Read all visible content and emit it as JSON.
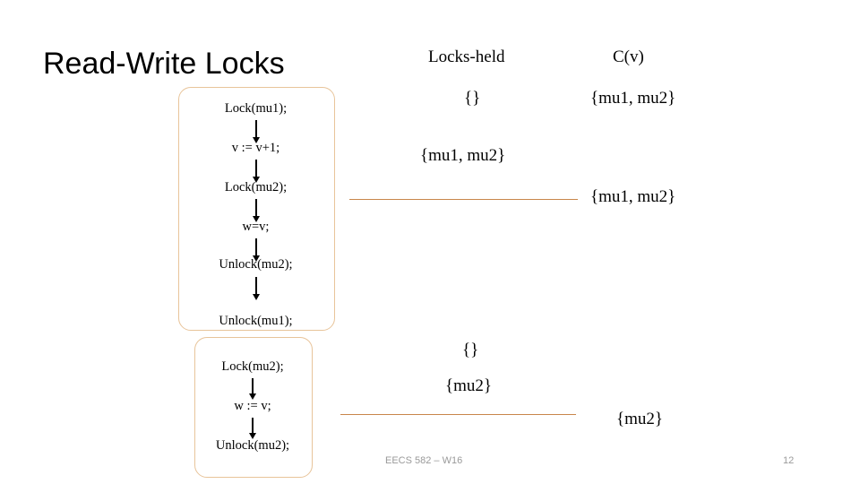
{
  "slide": {
    "title": "Read-Write Locks",
    "footer": "EECS 582 – W16",
    "page_number": "12",
    "columns": {
      "locks_held": "Locks-held",
      "c_of_v": "C(v)"
    },
    "code_block_1": [
      "Lock(mu1);",
      "v := v+1;",
      "Lock(mu2);",
      "w=v;",
      "Unlock(mu2);",
      "Unlock(mu1);"
    ],
    "code_block_2": [
      "Lock(mu2);",
      "w := v;",
      "Unlock(mu2);"
    ],
    "locks_held_values": [
      "{}",
      "{mu1, mu2}",
      "{}",
      "{mu2}"
    ],
    "cv_values": [
      "{mu1, mu2}",
      "{mu1, mu2}",
      "{mu2}"
    ],
    "accent_color": "#c8864b",
    "box_border_color": "#e8c49a"
  }
}
